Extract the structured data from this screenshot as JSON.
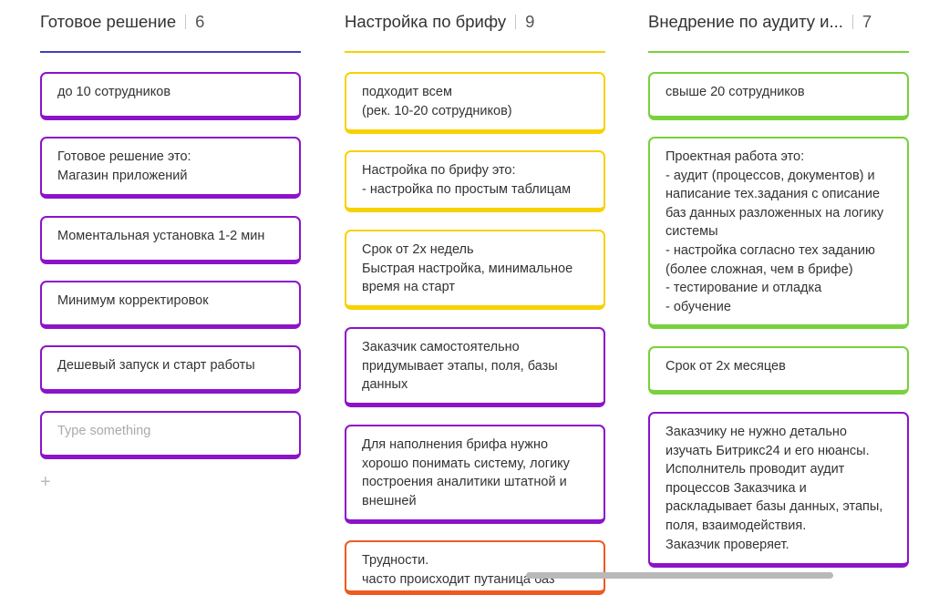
{
  "columns": [
    {
      "title": "Готовое решение",
      "count": "6",
      "accent": "#3f3fbf",
      "cards": [
        "до 10 сотрудников",
        "Готовое решение это:\nМагазин приложений",
        "Моментальная установка 1-2 мин",
        "Минимум корректировок",
        "Дешевый запуск и старт работы"
      ],
      "input_placeholder": "Type something",
      "add_label": "+"
    },
    {
      "title": "Настройка по брифу",
      "count": "9",
      "accent": "#f7d200",
      "cards": [
        "подходит всем\n(рек. 10-20 сотрудников)",
        "Настройка по брифу это:\n- настройка по простым таблицам",
        "Срок от 2х недель\nБыстрая настройка, минимальное время на старт",
        "Заказчик самостоятельно придумывает этапы, поля, базы данных",
        "Для наполнения брифа нужно хорошо понимать систему, логику построения аналитики штатной и внешней",
        "Трудности.\nчасто происходит путаница баз"
      ]
    },
    {
      "title": "Внедрение по аудиту и...",
      "count": "7",
      "accent": "#78d13d",
      "cards": [
        "свыше 20 сотрудников",
        "Проектная работа это:\n- аудит (процессов, документов) и написание тех.задания с описание баз данных разложенных на логику системы\n- настройка согласно тех заданию (более сложная, чем в брифе)\n- тестирование и отладка\n- обучение",
        "Срок от 2х месяцев",
        "Заказчику не нужно детально изучать Битрикс24 и его нюансы. Исполнитель проводит аудит процессов Заказчика и раскладывает базы данных, этапы, поля, взаимодействия.\nЗаказчик проверяет."
      ]
    }
  ],
  "colors": {
    "purple": "#8c13c9",
    "yellow": "#f7d200",
    "green": "#78d13d",
    "orange": "#ee5a1f"
  }
}
